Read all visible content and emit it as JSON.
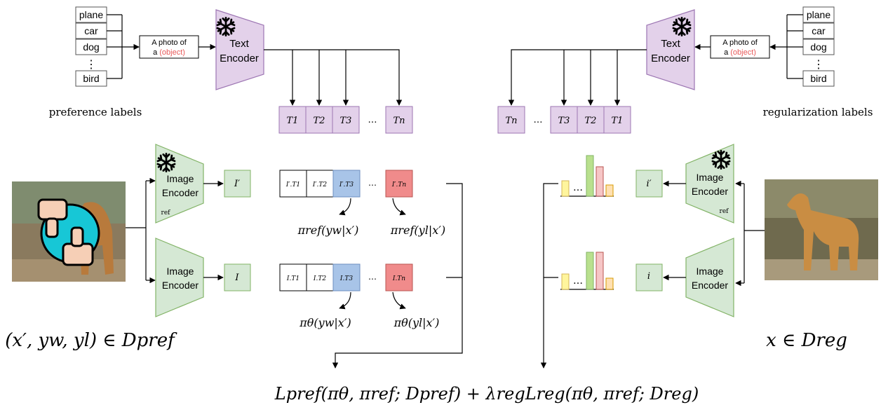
{
  "colors": {
    "encoder_purple_fill": "#e3d1ea",
    "encoder_purple_stroke": "#9d76b3",
    "encoder_green_fill": "#d5e8d4",
    "encoder_green_stroke": "#82b366",
    "cell_blue": "#a8c4e8",
    "cell_red": "#f08b8b",
    "bar_yellow": "#fff59d",
    "bar_green": "#b9e08e",
    "bar_pink": "#f6c6c6",
    "bar_orange": "#ffe0b2",
    "object_red": "#e85a5a",
    "line": "#000000"
  },
  "left": {
    "class_labels": [
      "plane",
      "car",
      "dog",
      "⋮",
      "bird"
    ],
    "prompt_line1": "A photo of",
    "prompt_line2_prefix": "a",
    "prompt_object": "(object)",
    "caption": "preference labels",
    "text_encoder": {
      "line1": "Text",
      "line2": "Encoder",
      "icon": "snowflake-icon"
    },
    "text_tokens": [
      "T1",
      "T2",
      "T3",
      "…",
      "Tn"
    ],
    "ref_image_encoder": {
      "line1": "Image",
      "line2": "Encoder",
      "sub": "ref",
      "icon": "snowflake-icon"
    },
    "image_encoder": {
      "line1": "Image",
      "line2": "Encoder"
    },
    "image_feature_ref": "I′",
    "image_feature": "I",
    "ref_products": [
      "I′.T1",
      "I′.T2",
      "I′.T3",
      "…",
      "I′.Tn"
    ],
    "products": [
      "I.T1",
      "I.T2",
      "I.T3",
      "…",
      "I.Tn"
    ],
    "ref_prob_w": "πref(yw|x′)",
    "ref_prob_l": "πref(yl|x′)",
    "prob_w": "πθ(yw|x′)",
    "prob_l": "πθ(yl|x′)",
    "dataset_label": "(x′, yw, yl) ∈ Dpref",
    "image_icon": "thumbs-up-down-icon"
  },
  "right": {
    "class_labels": [
      "plane",
      "car",
      "dog",
      "⋮",
      "bird"
    ],
    "prompt_line1": "A photo of",
    "prompt_line2_prefix": "a",
    "prompt_object": "(object)",
    "caption": "regularization labels",
    "text_encoder": {
      "line1": "Text",
      "line2": "Encoder",
      "icon": "snowflake-icon"
    },
    "text_tokens": [
      "Tn",
      "…",
      "T3",
      "T2",
      "T1"
    ],
    "ref_image_encoder": {
      "line1": "Image",
      "line2": "Encoder",
      "sub": "ref",
      "icon": "snowflake-icon"
    },
    "image_encoder": {
      "line1": "Image",
      "line2": "Encoder"
    },
    "image_feature_ref": "i′",
    "image_feature": "i",
    "hist_ellipsis": "…",
    "dataset_label": "x ∈ Dreg"
  },
  "loss": "Lpref(πθ, πref; Dpref) + λregLreg(πθ, πref; Dreg)"
}
